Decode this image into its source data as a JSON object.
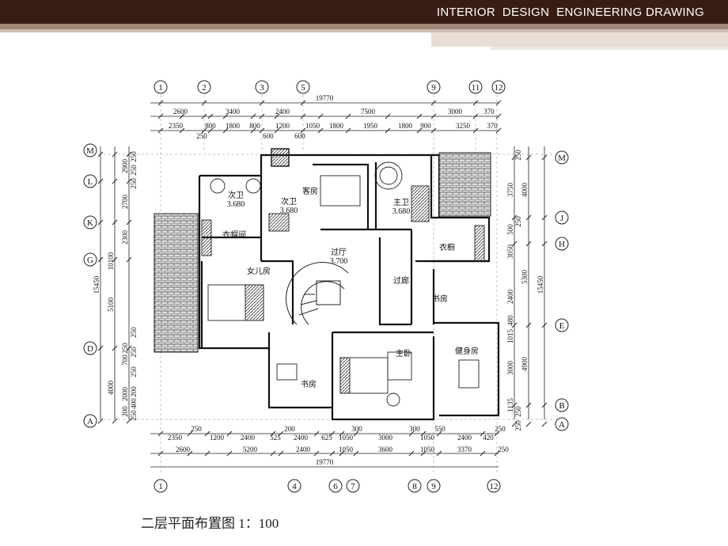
{
  "header": {
    "title": "INTERIOR  DESIGN  ENGINEERING DRAWING"
  },
  "caption": "二层平面布置图 1：100",
  "axes": {
    "top": [
      "1",
      "2",
      "3",
      "5",
      "9",
      "11",
      "12"
    ],
    "bottom": [
      "1",
      "4",
      "6",
      "7",
      "8",
      "9",
      "12"
    ],
    "left": [
      "M",
      "L",
      "K",
      "G",
      "D",
      "A"
    ],
    "right": [
      "M",
      "J",
      "H",
      "E",
      "B",
      "A"
    ]
  },
  "dimensions": {
    "top_total": "19770",
    "top_row1": [
      "2600",
      "3400",
      "2400",
      "7500",
      "3000",
      "370"
    ],
    "top_row2": [
      "2350",
      "800",
      "1800",
      "800",
      "1200",
      "1050",
      "1800",
      "1950",
      "1800",
      "900",
      "3250",
      "370"
    ],
    "top_row3": [
      "250",
      "600",
      "600"
    ],
    "bottom_row1": [
      "2350",
      "1200",
      "2400",
      "525",
      "2400",
      "625",
      "1050",
      "3000",
      "1050",
      "2400",
      "420"
    ],
    "bottom_row1_small": [
      "250",
      "200",
      "300",
      "300",
      "550",
      "250"
    ],
    "bottom_row2": [
      "2600",
      "5200",
      "2400",
      "1050",
      "3600",
      "1050",
      "3370",
      "250"
    ],
    "bottom_total": "19770",
    "left_total": "15450",
    "left_outer": [
      "10100",
      "5100",
      "4000"
    ],
    "left_inner": [
      "2900",
      "2700",
      "2300",
      "250",
      "700",
      "2000",
      "200"
    ],
    "left_small": [
      "250",
      "250",
      "250",
      "250",
      "250",
      "250",
      "200",
      "400",
      "250"
    ],
    "right_total": "15450",
    "right_outer": [
      "4000",
      "5300",
      "4900"
    ],
    "right_inner": [
      "3750",
      "500",
      "3050",
      "2400",
      "3000",
      "1135",
      "1015",
      "480"
    ],
    "right_small": [
      "250",
      "250",
      "250",
      "250"
    ]
  },
  "rooms": {
    "bath1": "次卫",
    "bath1_area": "3.680",
    "bath2": "次卫",
    "bath2_area": "3.680",
    "guest": "客房",
    "master_bath": "主卫",
    "master_bath_area": "3.680",
    "cloak1": "衣帽间",
    "cloak2": "衣橱",
    "hall": "过厅",
    "hall_area": "3.700",
    "corridor": "过廊",
    "daughter": "女儿房",
    "study1": "书房",
    "study2": "书房",
    "master": "主卧",
    "gym": "健身房"
  },
  "colors": {
    "header_bg": "#3a1d12",
    "line": "#222222"
  }
}
